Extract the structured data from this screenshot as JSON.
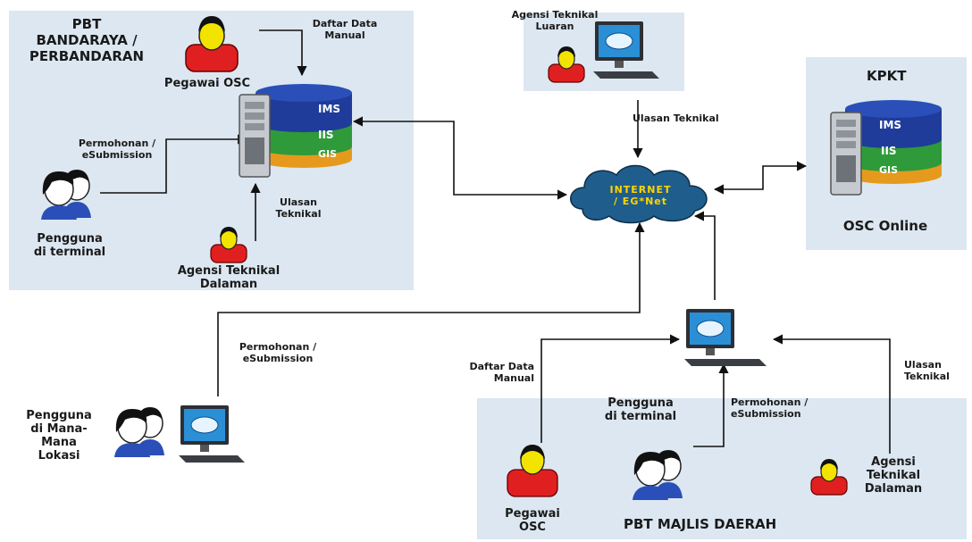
{
  "colors": {
    "panel": "#dce7f1",
    "ims": "#1f3c9a",
    "iis": "#2e9a3a",
    "gis": "#e59a1e",
    "person_red": "#e02020",
    "person_head": "#f2e300",
    "cloud": "#1f5e8c",
    "cloud_text": "#ffd400",
    "arrow": "#111111"
  },
  "pbt_bandaraya": {
    "title": "PBT\nBANDARAYA /\nPERBANDARAN",
    "daftar": "Daftar Data\nManual",
    "pegawai": "Pegawai OSC",
    "permohonan": "Permohonan /\neSubmission",
    "pengguna": "Pengguna\ndi terminal",
    "ulasan": "Ulasan\nTeknikal",
    "agensi": "Agensi Teknikal\nDalaman",
    "db_layers": [
      "IMS",
      "IIS",
      "GIS"
    ]
  },
  "agensi_luaran": {
    "label": "Agensi Teknikal\nLuaran",
    "ulasan": "Ulasan Teknikal"
  },
  "internet": {
    "label": "INTERNET\n/ EG*Net"
  },
  "kpkt": {
    "title": "KPKT",
    "subtitle": "OSC Online",
    "db_layers": [
      "IMS",
      "IIS",
      "GIS"
    ]
  },
  "mana_mana": {
    "pengguna": "Pengguna\ndi Mana-\nMana\nLokasi",
    "permohonan": "Permohonan /\neSubmission"
  },
  "majlis": {
    "title": "PBT  MAJLIS DAERAH",
    "daftar": "Daftar Data\nManual",
    "pengguna": "Pengguna\ndi terminal",
    "permohonan": "Permohonan /\neSubmission",
    "ulasan": "Ulasan\nTeknikal",
    "pegawai": "Pegawai\nOSC",
    "agensi": "Agensi\nTeknikal\nDalaman"
  }
}
